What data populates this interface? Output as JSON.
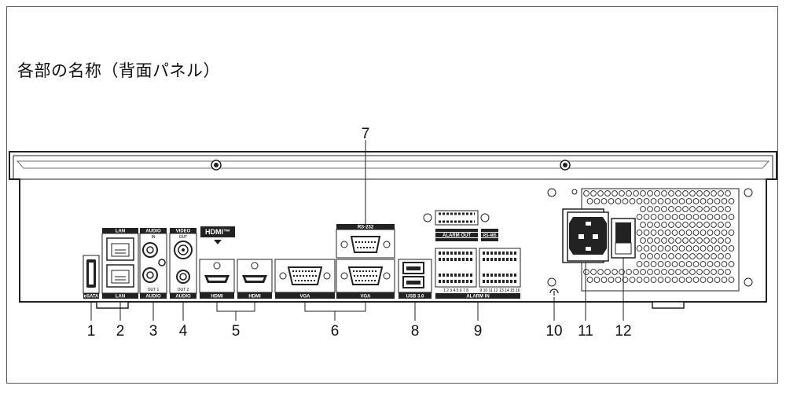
{
  "title": "各部の名称（背面パネル）",
  "ports": {
    "esata": "eSATA",
    "lan_top": "LAN",
    "lan_bottom": "LAN",
    "audio_in_head": "AUDIO",
    "audio_in_sub": "IN",
    "audio_out_bottom": "AUDIO",
    "audio_out_sub": "OUT 1",
    "video_head": "VIDEO",
    "video_sub": "OUT",
    "audio2_bottom": "AUDIO",
    "audio2_sub": "OUT 2",
    "hdmi_logo": "HDMI™",
    "hdmi1": "HDMI",
    "hdmi2": "HDMI",
    "vga1": "VGA",
    "vga2": "VGA",
    "rs232": "RS-232",
    "usb": "USB 3.0",
    "alarm_out": "ALARM OUT",
    "rs485": "RS-485",
    "alarm_in": "ALARM IN",
    "alarm_in_nums_left": "1 2 3 4 5 6 7 8",
    "alarm_in_nums_right": "9 10 11 12 13 14 15 16"
  },
  "callouts": [
    "1",
    "2",
    "3",
    "4",
    "5",
    "6",
    "7",
    "8",
    "9",
    "10",
    "11",
    "12"
  ]
}
